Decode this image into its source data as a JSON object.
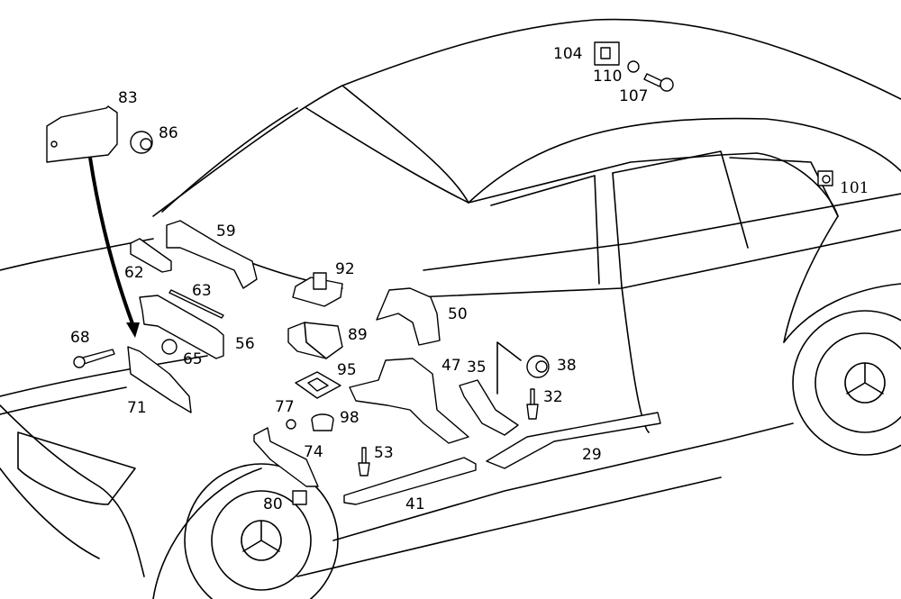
{
  "diagram": {
    "subject": "Exploded view of passenger car body with numbered parts",
    "labels": [
      {
        "id": "83",
        "text": "83"
      },
      {
        "id": "86",
        "text": "86"
      },
      {
        "id": "104",
        "text": "104"
      },
      {
        "id": "110",
        "text": "110"
      },
      {
        "id": "107",
        "text": "107"
      },
      {
        "id": "101",
        "text": "101"
      },
      {
        "id": "59",
        "text": "59"
      },
      {
        "id": "62",
        "text": "62"
      },
      {
        "id": "63",
        "text": "63"
      },
      {
        "id": "56",
        "text": "56"
      },
      {
        "id": "65",
        "text": "65"
      },
      {
        "id": "68",
        "text": "68"
      },
      {
        "id": "71",
        "text": "71"
      },
      {
        "id": "92",
        "text": "92"
      },
      {
        "id": "89",
        "text": "89"
      },
      {
        "id": "95",
        "text": "95"
      },
      {
        "id": "98",
        "text": "98"
      },
      {
        "id": "77",
        "text": "77"
      },
      {
        "id": "74",
        "text": "74"
      },
      {
        "id": "80",
        "text": "80"
      },
      {
        "id": "53",
        "text": "53"
      },
      {
        "id": "41",
        "text": "41"
      },
      {
        "id": "50",
        "text": "50"
      },
      {
        "id": "47",
        "text": "47"
      },
      {
        "id": "35",
        "text": "35"
      },
      {
        "id": "38",
        "text": "38"
      },
      {
        "id": "32",
        "text": "32"
      },
      {
        "id": "29",
        "text": "29"
      }
    ]
  }
}
